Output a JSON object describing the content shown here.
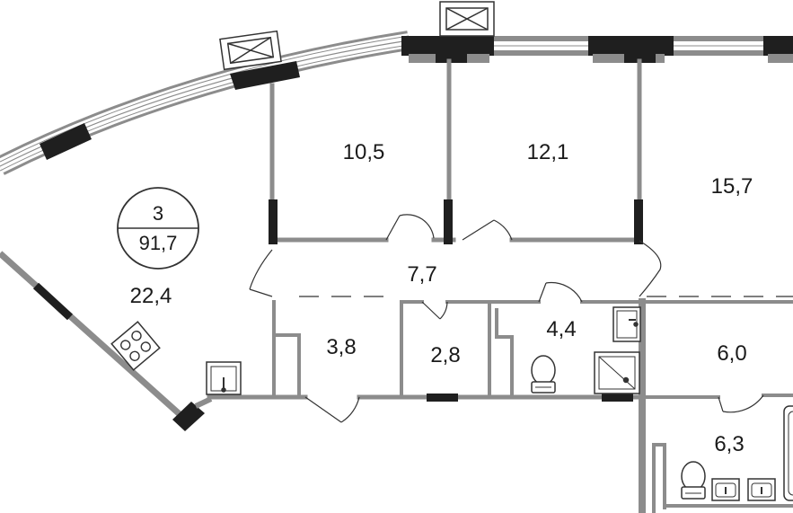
{
  "apartment": {
    "rooms_count": "3",
    "total_area": "91,7"
  },
  "rooms": {
    "living": "22,4",
    "bedroom_a": "10,5",
    "bedroom_b": "12,1",
    "bedroom_c": "15,7",
    "hall": "7,7",
    "storage": "3,8",
    "wc_small": "2,8",
    "bathroom": "4,4",
    "corridor": "6,0",
    "bathroom_master": "6,3"
  },
  "colors": {
    "wall": "#8c8c8c",
    "column": "#1f1f1f",
    "line": "#333333",
    "fixture": "#555555"
  }
}
